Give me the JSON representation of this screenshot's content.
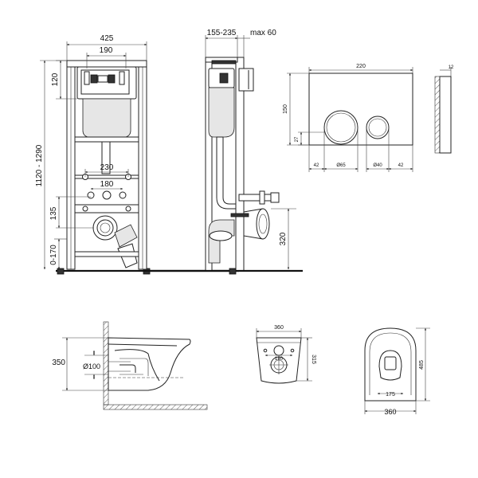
{
  "frame_front": {
    "width": "425",
    "top_width": "190",
    "top_height": "120",
    "height_range": "1120 - 1290",
    "bolt_spacing": "230",
    "bolt_inner": "180",
    "outlet_height": "135",
    "foot_range": "0-170"
  },
  "frame_side": {
    "depth_range": "155-235",
    "max_depth": "max 60",
    "outlet_height": "320"
  },
  "flush_plate": {
    "width": "220",
    "height": "150",
    "thickness": "12",
    "button_offset": "27",
    "margin_left": "42",
    "big_button_dia": "Ø65",
    "small_button_dia": "Ø40",
    "margin_right": "42"
  },
  "bowl_side": {
    "height": "350",
    "outlet_dia": "Ø100"
  },
  "bowl_back": {
    "width": "360",
    "bolt_spacing": "180",
    "depth": "315"
  },
  "bowl_top": {
    "length": "485",
    "width": "360",
    "inner_width": "175"
  }
}
